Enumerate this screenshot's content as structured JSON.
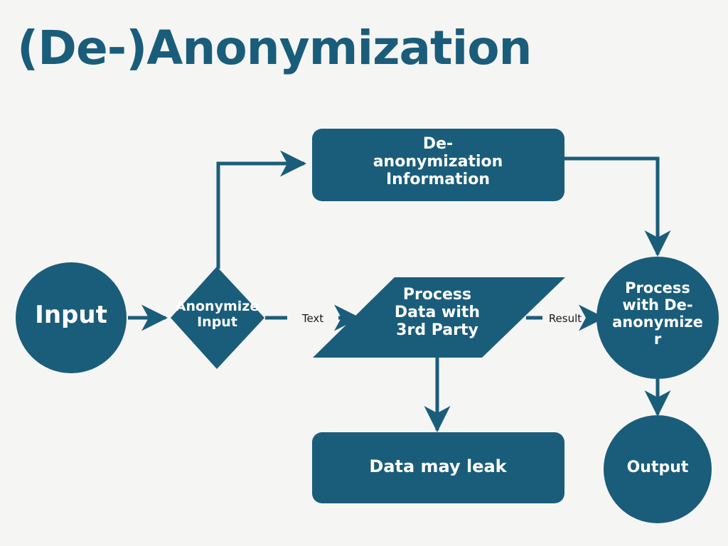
{
  "page": {
    "title": "(De-)Anonymization",
    "background_color": "#f5f5f4",
    "accent_color": "#1a5d7a",
    "node_text_color": "#ffffff",
    "edge_label_color": "#1a1a1a"
  },
  "diagram": {
    "type": "flowchart",
    "nodes": [
      {
        "id": "input",
        "label": "Input",
        "shape": "circle"
      },
      {
        "id": "anonymize",
        "label": "Anonymize\nInput",
        "shape": "diamond"
      },
      {
        "id": "deanon_info",
        "label": "De-\nanonymization\nInformation",
        "shape": "rounded-rect"
      },
      {
        "id": "third_party",
        "label": "Process\nData with\n3rd Party",
        "shape": "parallelogram"
      },
      {
        "id": "leak",
        "label": "Data may leak",
        "shape": "rounded-rect"
      },
      {
        "id": "deanonymizer",
        "label": "Process\nwith De-\nanonymize\nr",
        "shape": "circle"
      },
      {
        "id": "output",
        "label": "Output",
        "shape": "circle"
      }
    ],
    "edges": [
      {
        "from": "input",
        "to": "anonymize",
        "label": ""
      },
      {
        "from": "anonymize",
        "to": "deanon_info",
        "label": ""
      },
      {
        "from": "anonymize",
        "to": "third_party",
        "label": "Text"
      },
      {
        "from": "deanon_info",
        "to": "deanonymizer",
        "label": ""
      },
      {
        "from": "third_party",
        "to": "deanonymizer",
        "label": "Result"
      },
      {
        "from": "third_party",
        "to": "leak",
        "label": ""
      },
      {
        "from": "deanonymizer",
        "to": "output",
        "label": ""
      }
    ]
  }
}
